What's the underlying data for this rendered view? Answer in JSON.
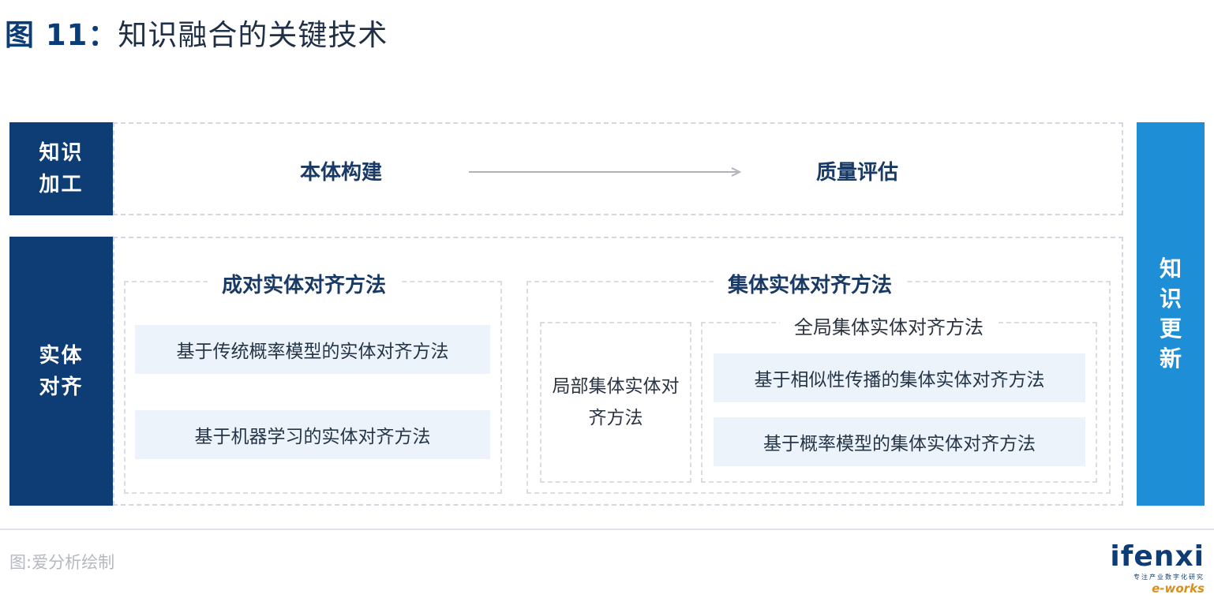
{
  "title": {
    "prefix": "图 11：",
    "text": "知识融合的关键技术"
  },
  "left_labels": {
    "processing": "知识加工",
    "alignment": "实体对齐"
  },
  "right_label": "知识更新",
  "processing_row": {
    "step1": "本体构建",
    "step2": "质量评估"
  },
  "pairwise": {
    "heading": "成对实体对齐方法",
    "items": [
      "基于传统概率模型的实体对齐方法",
      "基于机器学习的实体对齐方法"
    ]
  },
  "collective": {
    "heading": "集体实体对齐方法",
    "local": "局部集体实体对齐方法",
    "global": {
      "heading": "全局集体实体对齐方法",
      "items": [
        "基于相似性传播的集体实体对齐方法",
        "基于概率模型的集体实体对齐方法"
      ]
    }
  },
  "footer": {
    "source": "图:爱分析绘制",
    "logo": "ifenxi",
    "logo_sub": "专注产业数字化研究",
    "watermark": "e-works"
  },
  "colors": {
    "dark_blue": "#0e3d75",
    "bright_blue": "#1e8fd6",
    "light_box": "#ecf3fa"
  }
}
